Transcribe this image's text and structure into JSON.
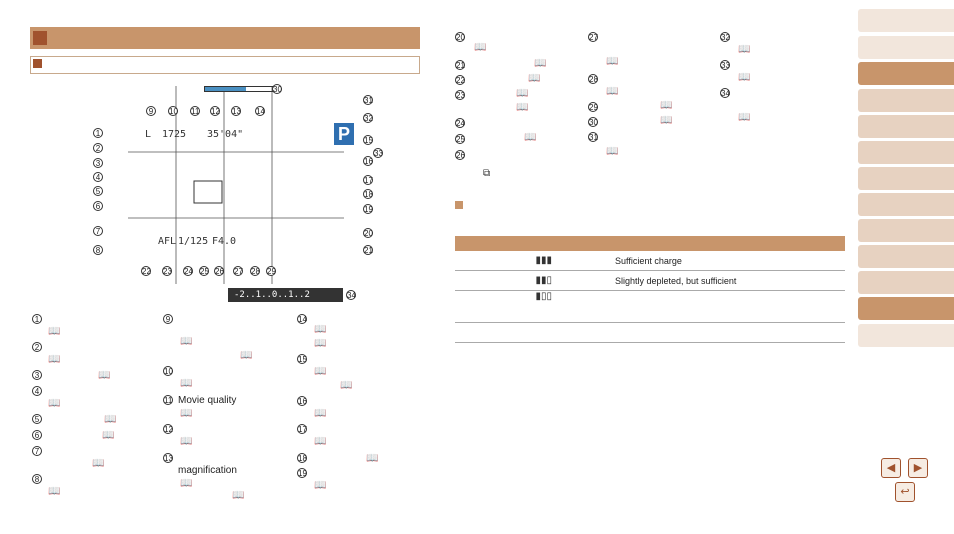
{
  "items": {
    "movie_quality": "Movie quality",
    "magnification": "magnification"
  },
  "battery_table": {
    "rows": [
      {
        "status": "Sufficient charge"
      },
      {
        "status": "Slightly depleted, but sufficient"
      },
      {
        "status": ""
      },
      {
        "status": ""
      }
    ]
  },
  "screen": {
    "resolution": "L",
    "shots": "1725",
    "time": "35'04\"",
    "shutter": "1/125",
    "aperture": "F4.0",
    "mode": "P",
    "ev_scale": "-2..1..0..1..2",
    "af": "AFL"
  },
  "icons": {
    "book": "book-icon",
    "prev": "arrow-left-icon",
    "next": "arrow-right-icon",
    "back": "return-icon"
  },
  "colors": {
    "accent": "#c8956b",
    "accent_dark": "#a0522d"
  }
}
